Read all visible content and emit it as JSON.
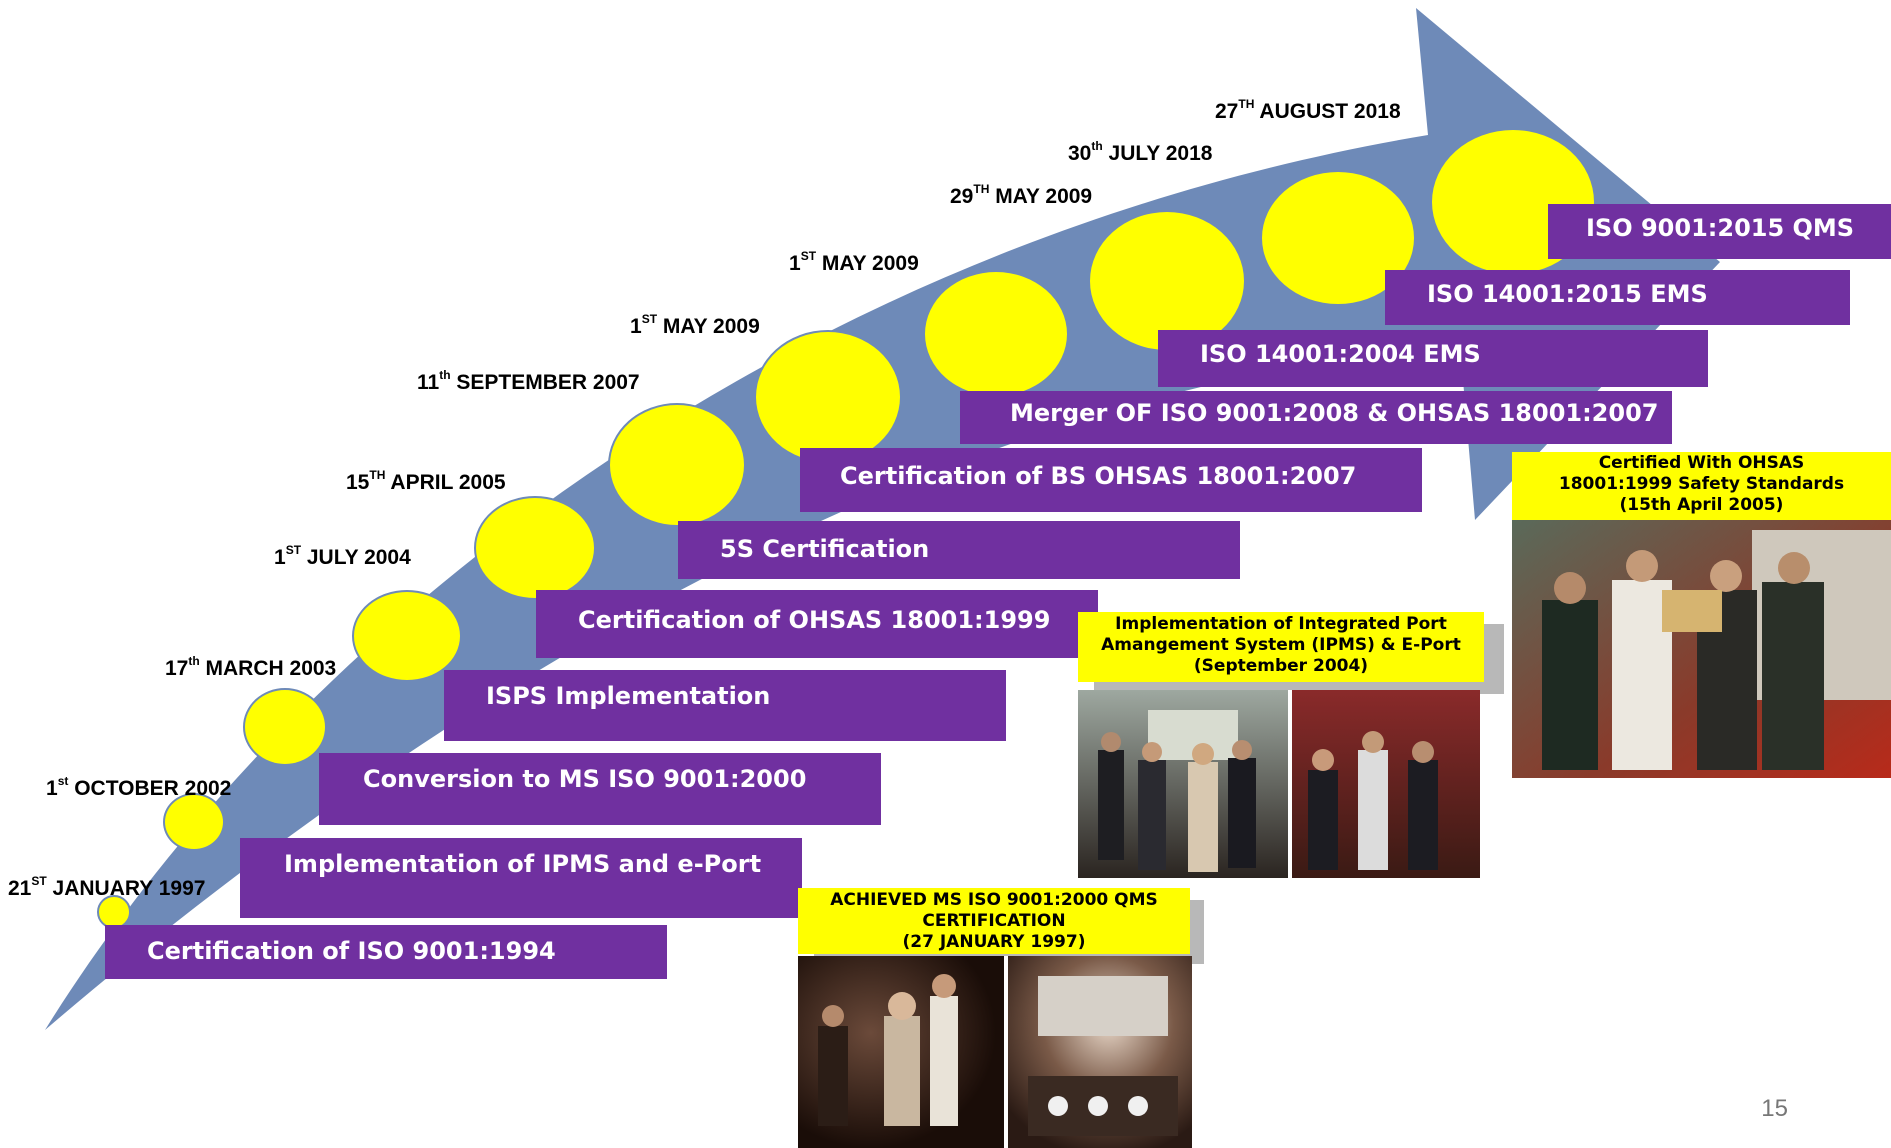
{
  "colors": {
    "arrow": "#6e8ab8",
    "milestone_circle": "#ffff00",
    "bar": "#7030a0",
    "caption": "#ffff00"
  },
  "timeline": {
    "dates": [
      {
        "num": "21",
        "sup": "ST",
        "rest": " JANUARY 1997"
      },
      {
        "num": "1",
        "sup": "st",
        "rest": " OCTOBER 2002"
      },
      {
        "num": "17",
        "sup": "th",
        "rest": " MARCH 2003"
      },
      {
        "num": "1",
        "sup": "ST",
        "rest": " JULY 2004"
      },
      {
        "num": "15",
        "sup": "TH",
        "rest": " APRIL 2005"
      },
      {
        "num": "11",
        "sup": "th",
        "rest": " SEPTEMBER 2007"
      },
      {
        "num": "1",
        "sup": "ST",
        "rest": " MAY 2009"
      },
      {
        "num": "1",
        "sup": "ST",
        "rest": " MAY 2009"
      },
      {
        "num": "29",
        "sup": "TH",
        "rest": " MAY 2009"
      },
      {
        "num": "30",
        "sup": "th",
        "rest": " JULY 2018"
      },
      {
        "num": "27",
        "sup": "TH",
        "rest": " AUGUST 2018"
      }
    ],
    "milestones": [
      "Certification of ISO 9001:1994",
      "Implementation of  IPMS and e-Port",
      "Conversion to MS ISO 9001:2000",
      "ISPS Implementation",
      "Certification of OHSAS 18001:1999",
      "5S Certification",
      "Certification of BS OHSAS 18001:2007",
      "Merger OF ISO 9001:2008 & OHSAS 18001:2007",
      "ISO 14001:2004 EMS",
      "ISO 14001:2015 EMS",
      "ISO 9001:2015 QMS"
    ]
  },
  "captions": {
    "achieved": "ACHIEVED MS ISO 9001:2000 QMS\nCERTIFICATION\n(27 JANUARY 1997)",
    "ipms": "Implementation of Integrated Port\nAmangement System (IPMS) & E-Port\n(September 2004)",
    "ohsas": "Certified With OHSAS\n18001:1999 Safety Standards\n(15th April 2005)"
  },
  "page_number": "15"
}
